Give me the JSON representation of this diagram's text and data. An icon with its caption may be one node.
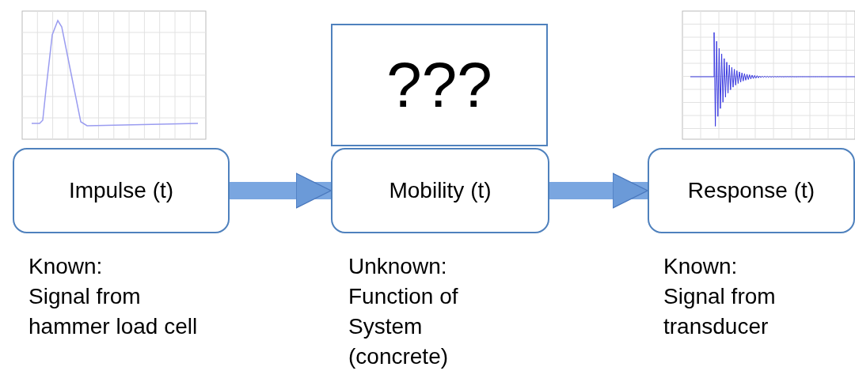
{
  "diagram": {
    "nodes": [
      {
        "text": [
          "Impulse (t)"
        ],
        "beside": [
          "Known:",
          "Signal from hammer load cell"
        ]
      },
      {
        "text": [
          "???"
        ]
      },
      {
        "text": [
          "Mobility (t)"
        ],
        "beside": [
          "Unknown:",
          "Function of System (concrete)"
        ]
      },
      {
        "text": [
          "Response (t)"
        ],
        "beside": [
          "Known:",
          "Signal from transducer"
        ]
      }
    ],
    "edges": [
      {
        "from": 0,
        "to": 2,
        "arrow": "to"
      },
      {
        "from": 2,
        "to": 3,
        "arrow": "to"
      }
    ]
  }
}
